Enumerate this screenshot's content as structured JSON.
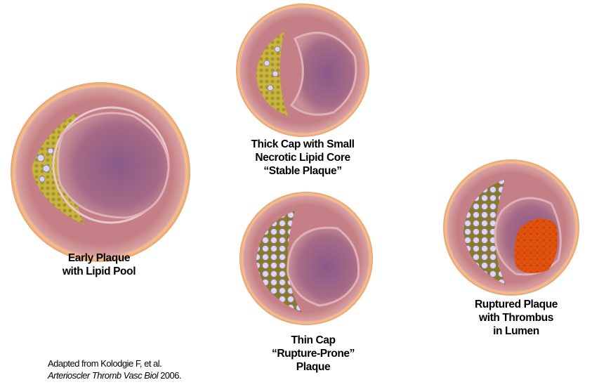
{
  "panels": [
    {
      "id": "early",
      "lines": [
        "Early Plaque",
        "with Lipid Pool"
      ]
    },
    {
      "id": "thick",
      "lines": [
        "Thick Cap with Small",
        "Necrotic Lipid Core",
        "“Stable Plaque”"
      ]
    },
    {
      "id": "thin",
      "lines": [
        "Thin Cap",
        "“Rupture-Prone”",
        "Plaque"
      ]
    },
    {
      "id": "ruptured",
      "lines": [
        "Ruptured Plaque",
        "with Thrombus",
        "in Lumen"
      ]
    }
  ],
  "citation": {
    "line1": "Adapted from Kolodgie F, et al.",
    "journal": "Arterioscler Thromb Vasc Biol",
    "year": " 2006."
  },
  "colors": {
    "adventitia": "#f0b888",
    "media": "#c98a8c",
    "lipid": "#c8b43c",
    "lumen": "#8a5a80",
    "thrombus": "#f06010"
  }
}
